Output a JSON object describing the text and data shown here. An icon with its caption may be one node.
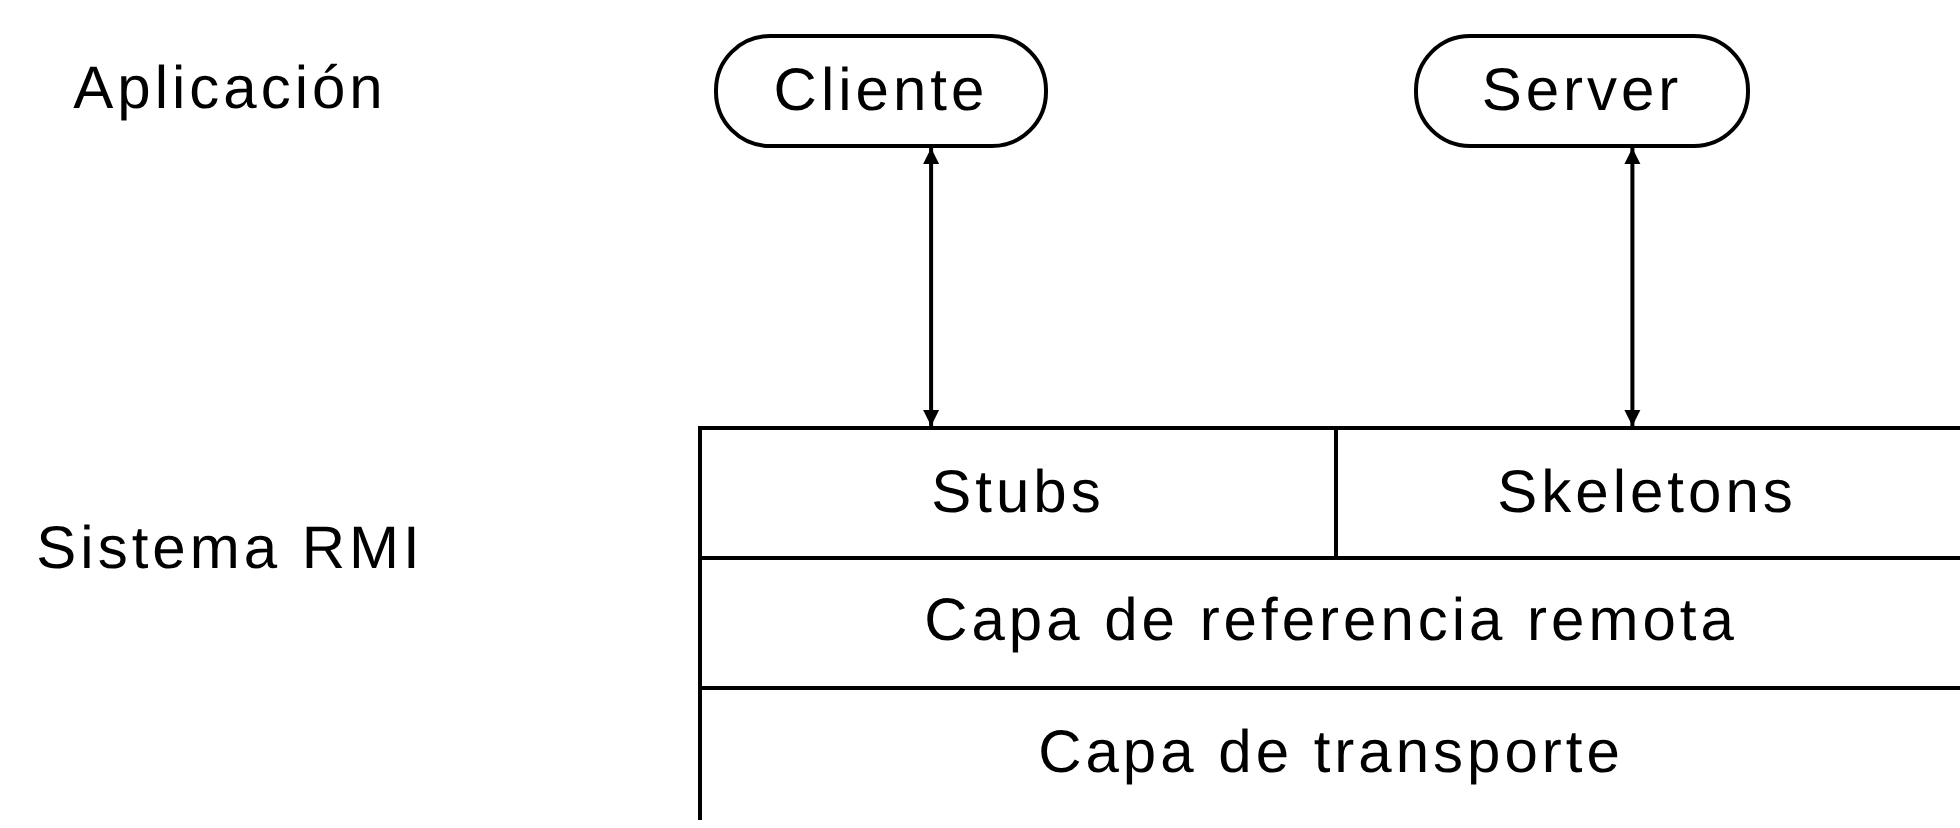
{
  "diagram": {
    "nodes": [
      {
        "text": [
          "Cliente"
        ]
      },
      {
        "text": [
          "Server"
        ]
      },
      {
        "text": [
          "Stubs"
        ]
      },
      {
        "text": [
          "Skeletons"
        ]
      },
      {
        "text": [
          "Capa de referencia remota"
        ]
      },
      {
        "text": [
          "Capa de transporte"
        ]
      }
    ],
    "edges": [
      {
        "from": 0,
        "to": 2,
        "arrow": "both"
      },
      {
        "from": 1,
        "to": 3,
        "arrow": "both"
      }
    ],
    "labels": [
      "Aplicación",
      "Sistema RMI"
    ]
  }
}
